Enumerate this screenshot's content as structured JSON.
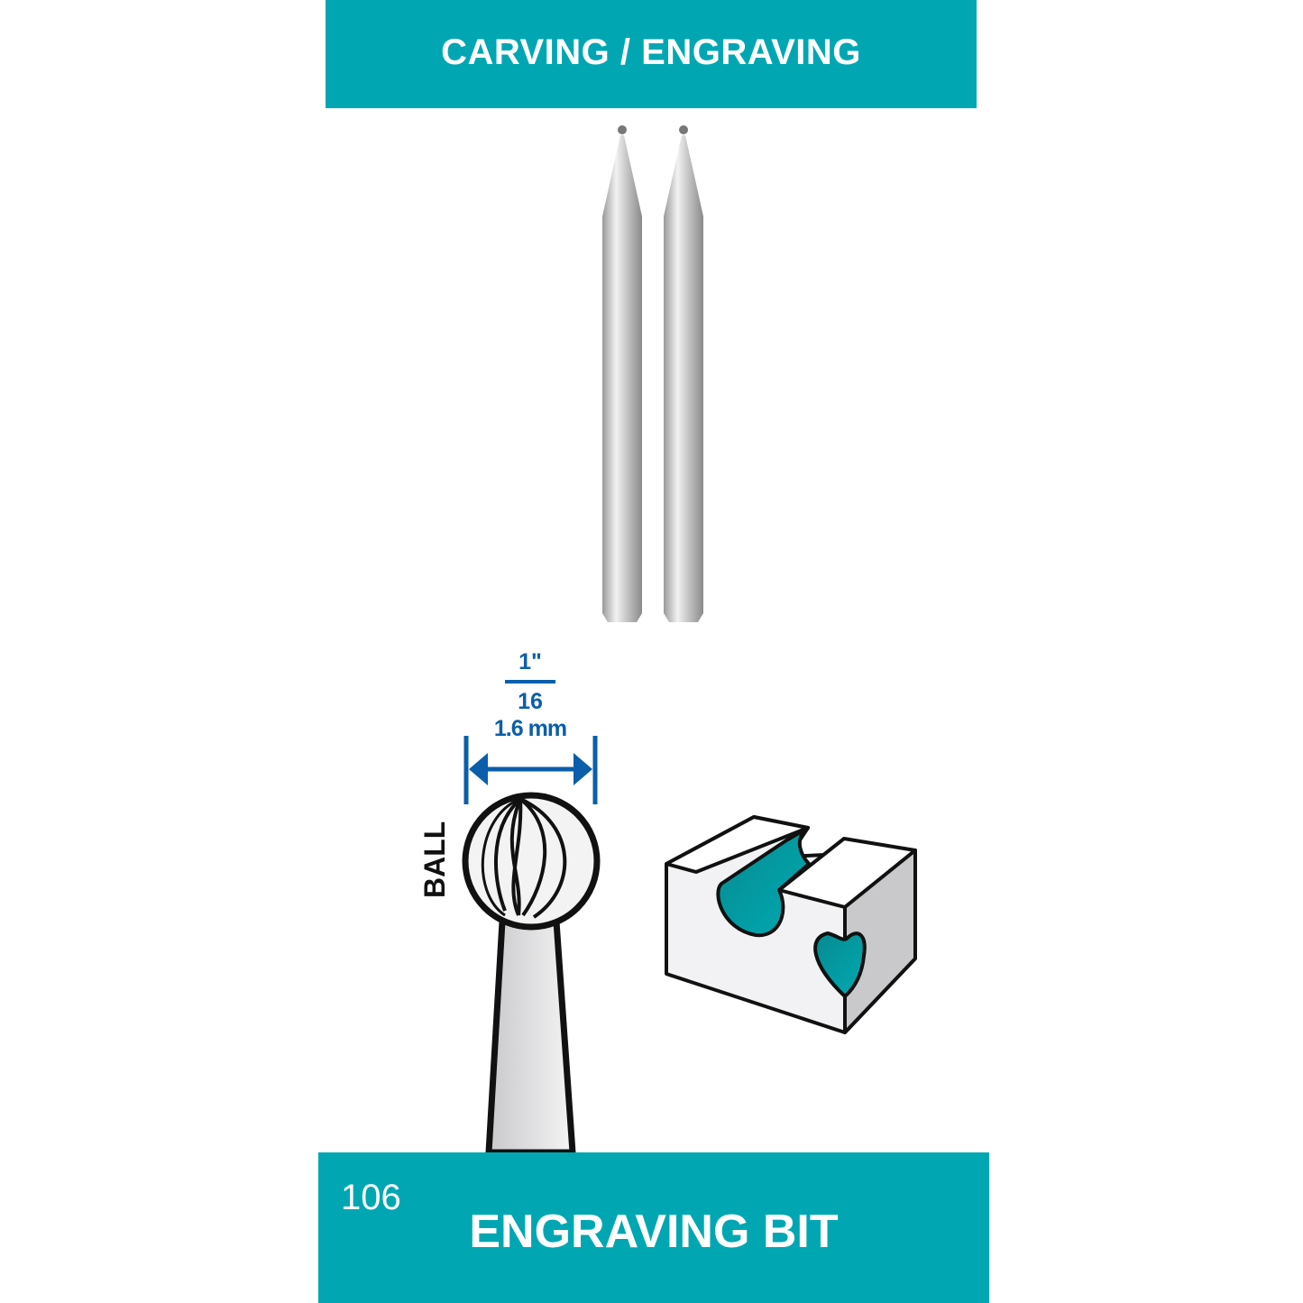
{
  "header": {
    "title": "CARVING / ENGRAVING"
  },
  "dimension": {
    "fraction_numerator": "1\"",
    "fraction_denominator": "16",
    "metric": "1.6 mm"
  },
  "shape_label": "BALL",
  "footer": {
    "model_number": "106",
    "product_name": "ENGRAVING BIT"
  },
  "colors": {
    "brand_teal": "#00A7B2",
    "dimension_blue": "#0B5EAA"
  }
}
